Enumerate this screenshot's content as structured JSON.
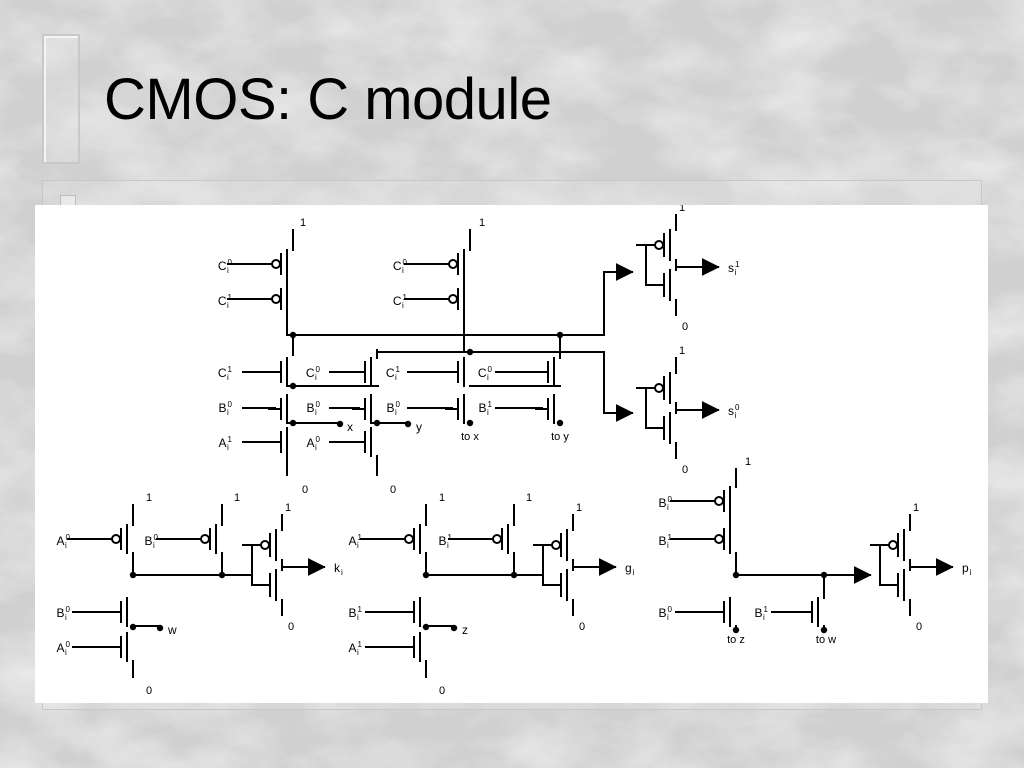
{
  "slide": {
    "title": "CMOS: C module"
  },
  "schematic": {
    "labels": {
      "one": "1",
      "zero": "0",
      "node_x": "x",
      "node_y": "y",
      "node_w": "w",
      "node_z": "z",
      "to_x": "to x",
      "to_y": "to y",
      "to_z": "to z",
      "to_w": "to w"
    },
    "inputs": {
      "C0": {
        "base": "C",
        "sup": "0",
        "sub": "i"
      },
      "C1": {
        "base": "C",
        "sup": "1",
        "sub": "i"
      },
      "B0": {
        "base": "B",
        "sup": "0",
        "sub": "i"
      },
      "B1": {
        "base": "B",
        "sup": "1",
        "sub": "i"
      },
      "A0": {
        "base": "A",
        "sup": "0",
        "sub": "i"
      },
      "A1": {
        "base": "A",
        "sup": "1",
        "sub": "i"
      }
    },
    "outputs": {
      "s1": {
        "base": "s",
        "sup": "1",
        "sub": "i"
      },
      "s0": {
        "base": "s",
        "sup": "0",
        "sub": "i"
      },
      "k": {
        "base": "k",
        "sup": "",
        "sub": "i"
      },
      "g": {
        "base": "g",
        "sup": "",
        "sub": "i"
      },
      "p": {
        "base": "p",
        "sup": "",
        "sub": "i"
      }
    }
  }
}
